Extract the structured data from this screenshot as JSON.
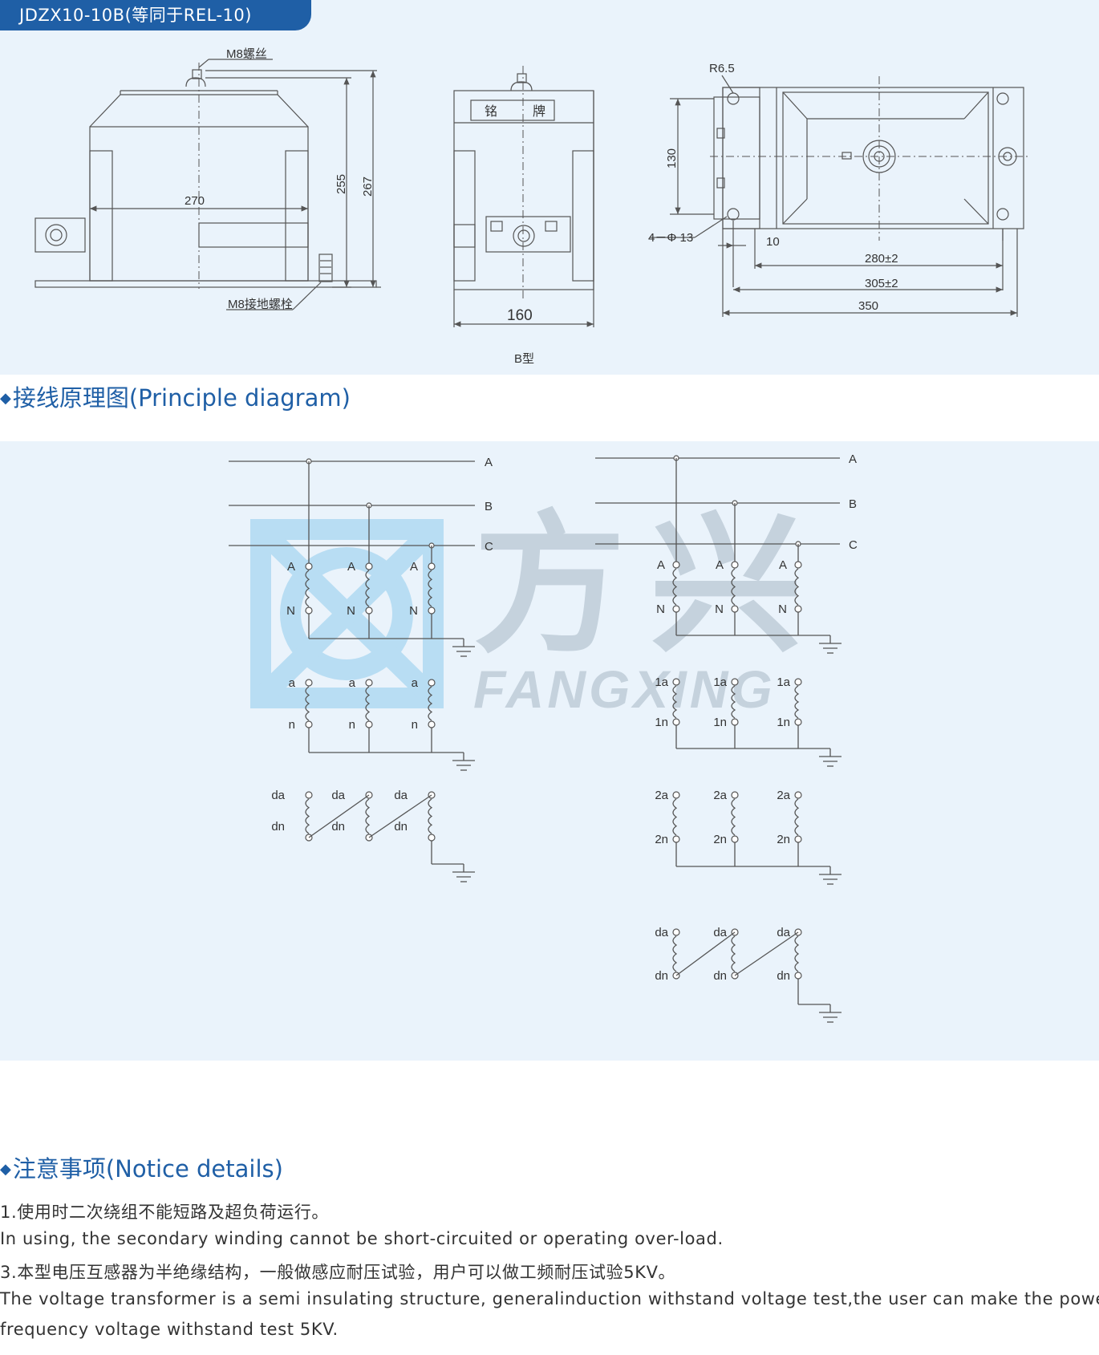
{
  "model_tab": "JDZX10-10B(等同于REL-10)",
  "dimension_drawing": {
    "front_view": {
      "top_bolt_label": "M8螺丝",
      "ground_bolt_label": "M8接地螺栓",
      "width_270": "270",
      "height_255": "255",
      "height_267": "267"
    },
    "side_view": {
      "nameplate_left": "铭",
      "nameplate_right": "牌",
      "width_160": "160",
      "type_label": "B型"
    },
    "top_view": {
      "radius_label": "R6.5",
      "height_130": "130",
      "holes_label": "4－Φ 13",
      "dim_10": "10",
      "dim_280": "280±2",
      "dim_305": "305±2",
      "dim_350": "350"
    }
  },
  "principle_section": {
    "title": "接线原理图(Principle diagram)"
  },
  "principle_diagram": {
    "phases": [
      "A",
      "B",
      "C"
    ],
    "left": {
      "primary_top": "A",
      "primary_bottom": "N",
      "secondary_top": "a",
      "secondary_bottom": "n",
      "residual_top": "da",
      "residual_bottom": "dn"
    },
    "right": {
      "primary_top": "A",
      "primary_bottom": "N",
      "sec1_top": "1a",
      "sec1_bottom": "1n",
      "sec2_top": "2a",
      "sec2_bottom": "2n",
      "residual_top": "da",
      "residual_bottom": "dn"
    }
  },
  "watermark": {
    "chinese": "方兴",
    "english": "FANGXING"
  },
  "notice_section": {
    "title": "注意事项(Notice details)"
  },
  "notices": [
    "1.使用时二次绕组不能短路及超负荷运行。",
    "In using, the secondary winding cannot be short-circuited or operating over-load.",
    "3.本型电压互感器为半绝缘结构，一般做感应耐压试验，用户可以做工频耐压试验5KV。",
    "The voltage transformer is a semi insulating structure, generalinduction withstand voltage test,the user can make the power",
    "frequency voltage withstand test 5KV."
  ],
  "colors": {
    "brand_blue": "#1f5fa6",
    "panel_bg": "#eaf3fb",
    "line": "#555555"
  }
}
